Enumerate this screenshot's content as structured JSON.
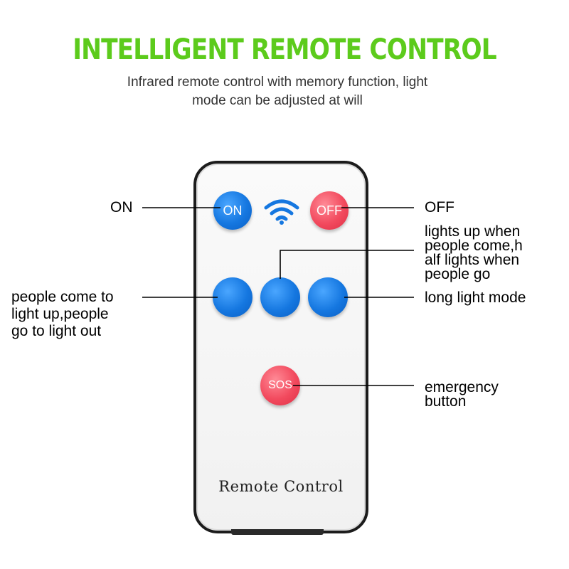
{
  "headline": {
    "text": "INTELLIGENT REMOTE CONTROL",
    "color": "#5ccb1c"
  },
  "subline": {
    "line1": "Infrared remote control with memory function, light",
    "line2": "mode can be adjusted at will"
  },
  "remote": {
    "brand_text": "Remote Control",
    "buttons": {
      "on": "ON",
      "off": "OFF",
      "sos": "SOS"
    },
    "signal_icon": "wifi-icon"
  },
  "callouts": {
    "on": "ON",
    "off": "OFF",
    "half_light": [
      "lights up when",
      "people come,h",
      "alf lights when",
      "people go"
    ],
    "people_mode": [
      "people come to",
      "light up,people",
      "go to light out"
    ],
    "long_light": "long light mode",
    "emergency": [
      "emergency",
      "button"
    ]
  },
  "colors": {
    "accent_blue": "#1577e0",
    "accent_red": "#f24a5e",
    "body_border": "#1c1c1c"
  }
}
